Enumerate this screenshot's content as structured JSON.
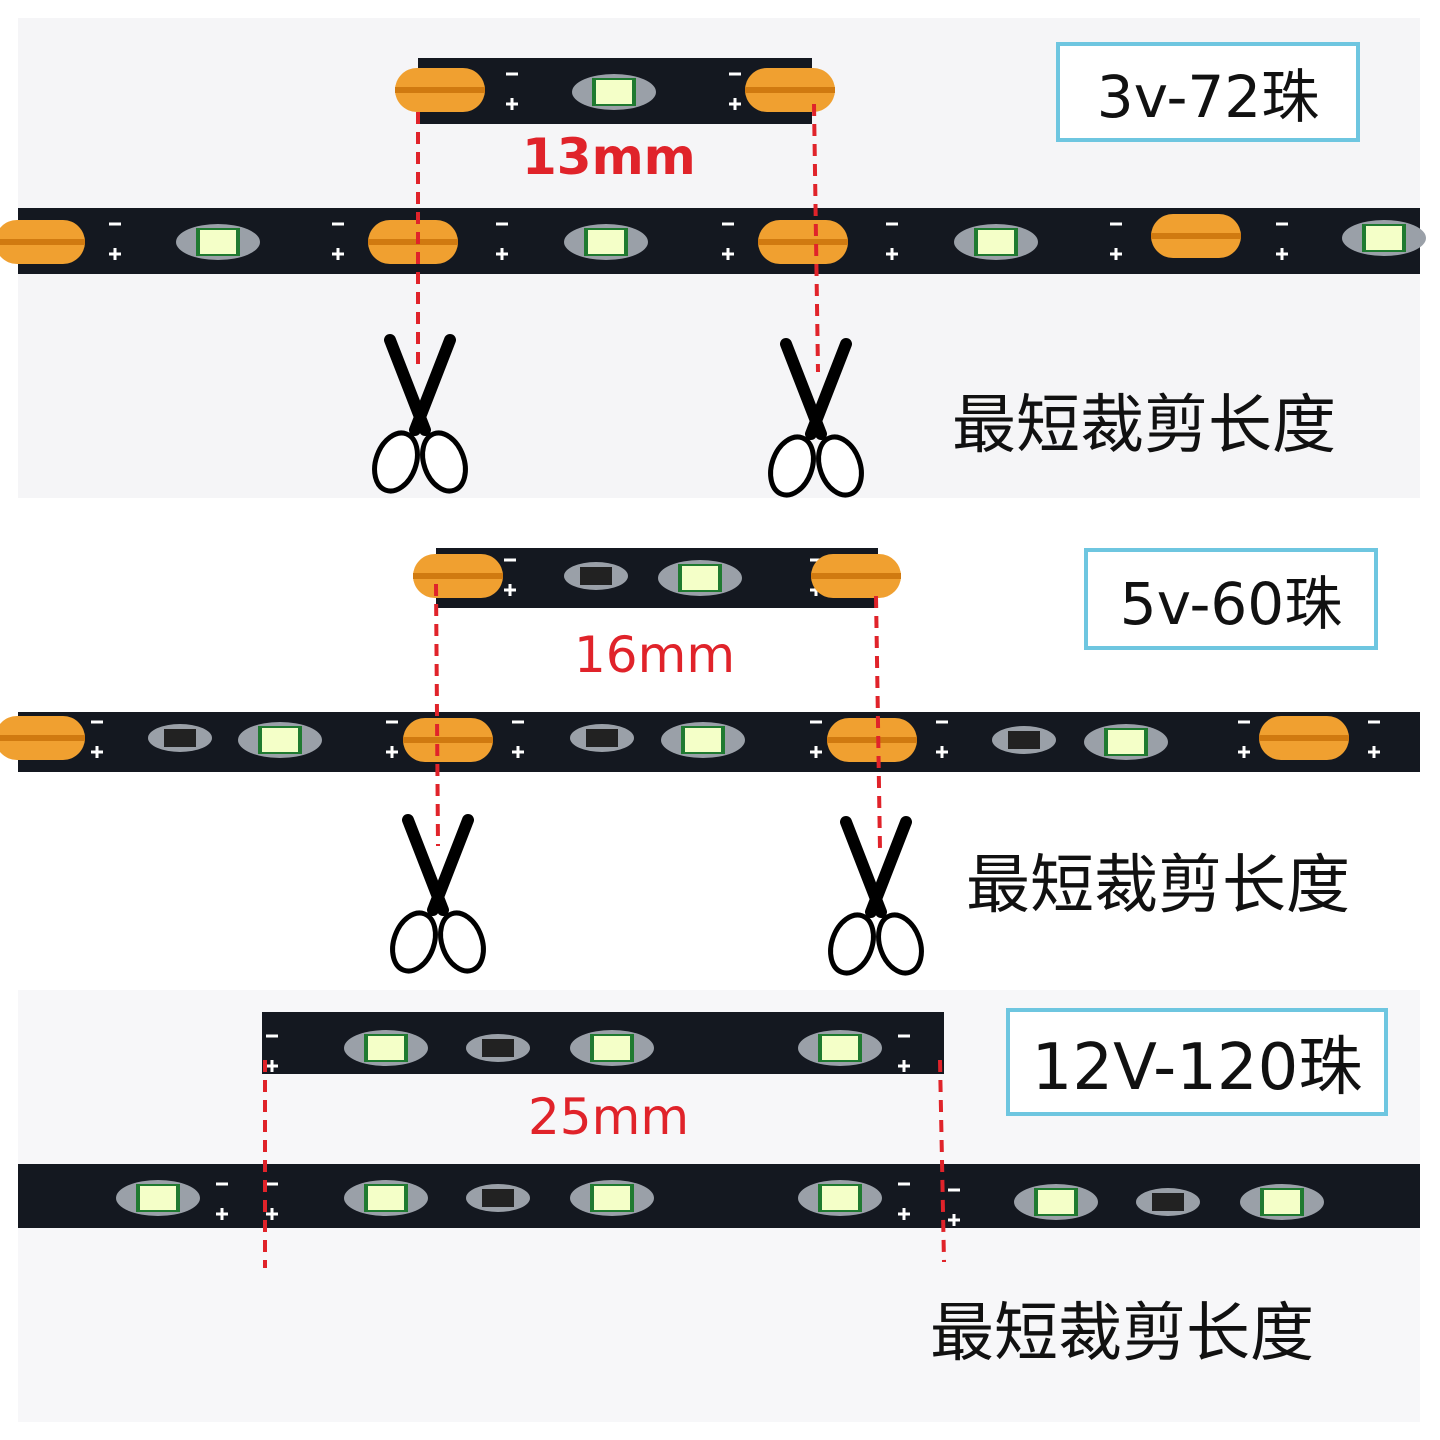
{
  "sections": [
    {
      "title": "3v-72珠",
      "cut_length": "13mm",
      "caption": "最短裁剪长度"
    },
    {
      "title": "5v-60珠",
      "cut_length": "16mm",
      "caption": "最短裁剪长度"
    },
    {
      "title": "12V-120珠",
      "cut_length": "25mm",
      "caption": "最短裁剪长度"
    }
  ],
  "colors": {
    "strip": "#141820",
    "copper_pad": "#f0a030",
    "led": "#f4ffc8",
    "label_border": "#6ec6e0",
    "measure_red": "#e0232a"
  },
  "icons": [
    "scissors-icon",
    "scissors-icon",
    "scissors-icon",
    "scissors-icon"
  ]
}
